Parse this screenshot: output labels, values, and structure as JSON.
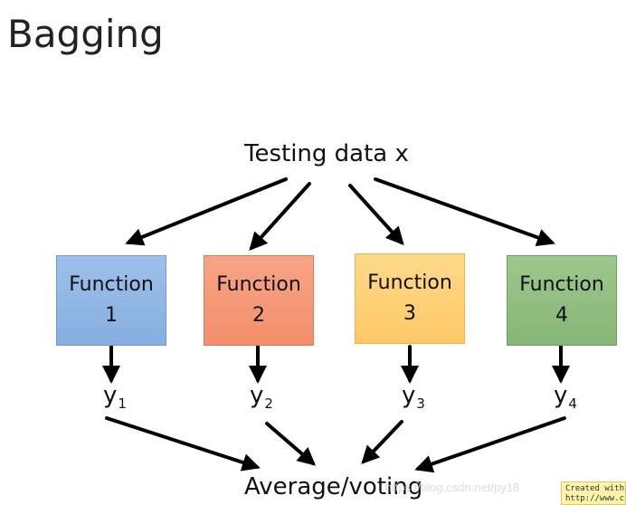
{
  "title": "Bagging",
  "input_label": "Testing data x",
  "functions": [
    {
      "line1": "Function",
      "line2": "1",
      "color": "#8fb4e4"
    },
    {
      "line1": "Function",
      "line2": "2",
      "color": "#f59a76"
    },
    {
      "line1": "Function",
      "line2": "3",
      "color": "#fdd076"
    },
    {
      "line1": "Function",
      "line2": "4",
      "color": "#92bd80"
    }
  ],
  "outputs": [
    {
      "symbol": "y",
      "index": "1"
    },
    {
      "symbol": "y",
      "index": "2"
    },
    {
      "symbol": "y",
      "index": "3"
    },
    {
      "symbol": "y",
      "index": "4"
    }
  ],
  "output_label": "Average/voting",
  "watermark": "https://blog.csdn.net/py18",
  "badge": {
    "line1": "Created with",
    "line2": "http://www.c"
  }
}
